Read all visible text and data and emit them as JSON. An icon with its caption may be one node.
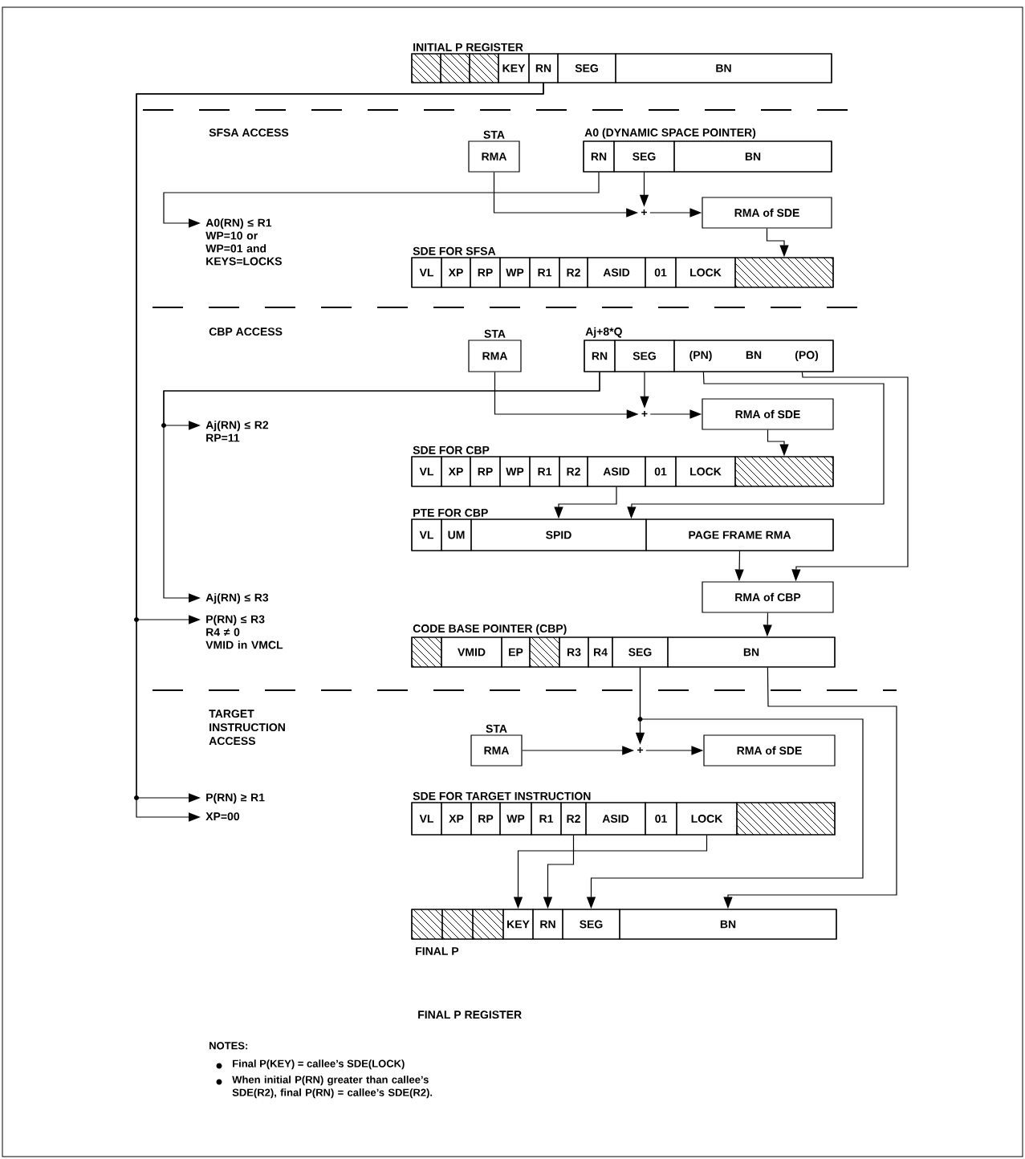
{
  "diagram": {
    "nodes": [
      {
        "text": [
          "INITIAL P REGISTER"
        ]
      },
      {
        "text": [],
        "shape": "box",
        "in": 0
      },
      {
        "text": [],
        "shape": "box",
        "in": 0
      },
      {
        "text": [],
        "shape": "box",
        "in": 0
      },
      {
        "text": [
          "KEY"
        ],
        "in": 0
      },
      {
        "text": [
          "RN"
        ],
        "in": 0
      },
      {
        "text": [
          "SEG"
        ],
        "in": 0
      },
      {
        "text": [
          "BN"
        ],
        "in": 0
      },
      {
        "text": [
          "STA",
          "RMA"
        ]
      },
      {
        "text": [
          "A0 (DYNAMIC SPACE POINTER)"
        ]
      },
      {
        "text": [
          "RN"
        ],
        "in": 9
      },
      {
        "text": [
          "SEG"
        ],
        "in": 9
      },
      {
        "text": [
          "BN"
        ],
        "in": 9
      },
      {
        "text": [
          "A0(RN) ≤ R1",
          "WP=10 or WP=01 and KEYS=LOCKS"
        ]
      },
      {
        "text": [
          "+"
        ]
      },
      {
        "text": [
          "RMA of SDE"
        ]
      },
      {
        "text": [
          "SDE FOR SFSA"
        ]
      },
      {
        "text": [
          "VL"
        ],
        "in": 16
      },
      {
        "text": [
          "XP"
        ],
        "in": 16
      },
      {
        "text": [
          "RP"
        ],
        "in": 16
      },
      {
        "text": [
          "WP"
        ],
        "in": 16
      },
      {
        "text": [
          "R1"
        ],
        "in": 16
      },
      {
        "text": [
          "R2"
        ],
        "in": 16
      },
      {
        "text": [
          "ASID"
        ],
        "in": 16
      },
      {
        "text": [
          "01"
        ],
        "in": 16
      },
      {
        "text": [
          "LOCK"
        ],
        "in": 16
      },
      {
        "text": [],
        "shape": "box",
        "in": 16
      },
      {
        "text": [
          "STA",
          "RMA"
        ]
      },
      {
        "text": [
          "Aj+8*Q"
        ]
      },
      {
        "text": [
          "RN"
        ],
        "in": 28
      },
      {
        "text": [
          "SEG"
        ],
        "in": 28
      },
      {
        "text": [
          "(PN)",
          "BN",
          "(PO)"
        ],
        "in": 28
      },
      {
        "text": [
          "Aj(RN) ≤ R2",
          "RP=11"
        ]
      },
      {
        "text": [
          "+"
        ]
      },
      {
        "text": [
          "RMA of SDE"
        ]
      },
      {
        "text": [
          "SDE FOR CBP"
        ]
      },
      {
        "text": [
          "VL"
        ],
        "in": 35
      },
      {
        "text": [
          "XP"
        ],
        "in": 35
      },
      {
        "text": [
          "RP"
        ],
        "in": 35
      },
      {
        "text": [
          "WP"
        ],
        "in": 35
      },
      {
        "text": [
          "R1"
        ],
        "in": 35
      },
      {
        "text": [
          "R2"
        ],
        "in": 35
      },
      {
        "text": [
          "ASID"
        ],
        "in": 35
      },
      {
        "text": [
          "01"
        ],
        "in": 35
      },
      {
        "text": [
          "LOCK"
        ],
        "in": 35
      },
      {
        "text": [],
        "shape": "box",
        "in": 35
      },
      {
        "text": [
          "PTE FOR CBP"
        ]
      },
      {
        "text": [
          "VL"
        ],
        "in": 46
      },
      {
        "text": [
          "UM"
        ],
        "in": 46
      },
      {
        "text": [
          "SPID"
        ],
        "in": 46
      },
      {
        "text": [
          "PAGE FRAME RMA"
        ],
        "in": 46
      },
      {
        "text": [
          "Aj(RN) ≤ R3"
        ]
      },
      {
        "text": [
          "RMA of CBP"
        ]
      },
      {
        "text": [
          "P(RN) ≤ R3",
          "R4 ≠ 0",
          "VMID in VMCL"
        ]
      },
      {
        "text": [
          "CODE BASE POINTER (CBP)"
        ]
      },
      {
        "text": [],
        "shape": "box",
        "in": 54
      },
      {
        "text": [
          "VMID"
        ],
        "in": 54
      },
      {
        "text": [
          "EP"
        ],
        "in": 54
      },
      {
        "text": [],
        "shape": "box",
        "in": 54
      },
      {
        "text": [
          "R3"
        ],
        "in": 54
      },
      {
        "text": [
          "R4"
        ],
        "in": 54
      },
      {
        "text": [
          "SEG"
        ],
        "in": 54
      },
      {
        "text": [
          "BN"
        ],
        "in": 54
      },
      {
        "text": [
          "STA",
          "RMA"
        ]
      },
      {
        "text": [
          "+"
        ]
      },
      {
        "text": [
          "RMA of SDE"
        ]
      },
      {
        "text": [
          "P(RN) ≥ R1"
        ]
      },
      {
        "text": [
          "XP=00"
        ]
      },
      {
        "text": [
          "SDE FOR TARGET INSTRUCTION"
        ]
      },
      {
        "text": [
          "VL"
        ],
        "in": 68
      },
      {
        "text": [
          "XP"
        ],
        "in": 68
      },
      {
        "text": [
          "RP"
        ],
        "in": 68
      },
      {
        "text": [
          "WP"
        ],
        "in": 68
      },
      {
        "text": [
          "R1"
        ],
        "in": 68
      },
      {
        "text": [
          "R2"
        ],
        "in": 68
      },
      {
        "text": [
          "ASID"
        ],
        "in": 68
      },
      {
        "text": [
          "01"
        ],
        "in": 68
      },
      {
        "text": [
          "LOCK"
        ],
        "in": 68
      },
      {
        "text": [],
        "shape": "box",
        "in": 68
      },
      {
        "text": [
          "FINAL P"
        ]
      },
      {
        "text": [],
        "shape": "box",
        "in": 79
      },
      {
        "text": [],
        "shape": "box",
        "in": 79
      },
      {
        "text": [],
        "shape": "box",
        "in": 79
      },
      {
        "text": [
          "KEY"
        ],
        "in": 79
      },
      {
        "text": [
          "RN"
        ],
        "in": 79
      },
      {
        "text": [
          "SEG"
        ],
        "in": 79
      },
      {
        "text": [
          "BN"
        ],
        "in": 79
      }
    ],
    "edges": [
      {
        "from": 5,
        "to": 53,
        "arrow": "to"
      },
      {
        "from": 5,
        "to": 66,
        "arrow": "to"
      },
      {
        "from": 5,
        "to": 67,
        "arrow": "to"
      },
      {
        "from": 10,
        "to": 13,
        "arrow": "to"
      },
      {
        "from": 8,
        "to": 14,
        "arrow": "to"
      },
      {
        "from": 11,
        "to": 14,
        "arrow": "to"
      },
      {
        "from": 14,
        "to": 15,
        "arrow": "to"
      },
      {
        "from": 15,
        "to": 26,
        "arrow": "to"
      },
      {
        "from": 29,
        "to": 32,
        "arrow": "to"
      },
      {
        "from": 29,
        "to": 51,
        "arrow": "to"
      },
      {
        "from": 27,
        "to": 33,
        "arrow": "to"
      },
      {
        "from": 30,
        "to": 33,
        "arrow": "to"
      },
      {
        "from": 33,
        "to": 34,
        "arrow": "to"
      },
      {
        "from": 34,
        "to": 45,
        "arrow": "to"
      },
      {
        "from": 42,
        "to": 49,
        "arrow": "to"
      },
      {
        "from": 31,
        "to": 49,
        "arrow": "to"
      },
      {
        "from": 31,
        "to": 52,
        "arrow": "to"
      },
      {
        "from": 50,
        "to": 52,
        "arrow": "to"
      },
      {
        "from": 52,
        "to": 62,
        "arrow": "to"
      },
      {
        "from": 61,
        "to": 64,
        "arrow": "to"
      },
      {
        "from": 61,
        "to": 85,
        "arrow": "to"
      },
      {
        "from": 62,
        "to": 86,
        "arrow": "to"
      },
      {
        "from": 63,
        "to": 64,
        "arrow": "to"
      },
      {
        "from": 64,
        "to": 65,
        "arrow": "to"
      },
      {
        "from": 77,
        "to": 83,
        "arrow": "to"
      },
      {
        "from": 74,
        "to": 84,
        "arrow": "to"
      }
    ],
    "labels": [
      "SFSA ACCESS",
      "CBP ACCESS",
      "TARGET INSTRUCTION ACCESS",
      "FINAL P REGISTER",
      "NOTES:",
      "Final P(KEY) = callee’s SDE(LOCK)",
      "When initial P(RN) greater than callee’s SDE(R2), final P(RN) = callee’s SDE(R2)."
    ]
  }
}
